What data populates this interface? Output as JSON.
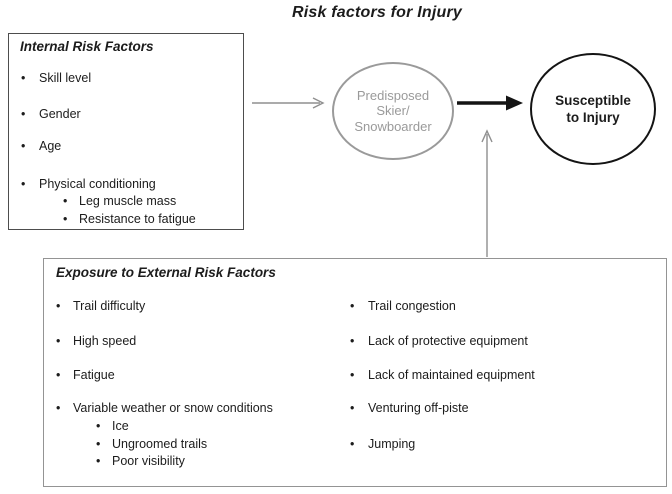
{
  "title": "Risk factors for Injury",
  "internal_box": {
    "title": "Internal Risk Factors",
    "items": [
      {
        "label": "Skill level"
      },
      {
        "label": "Gender"
      },
      {
        "label": "Age"
      },
      {
        "label": "Physical conditioning",
        "children": [
          {
            "label": "Leg muscle mass"
          },
          {
            "label": "Resistance to fatigue"
          }
        ]
      }
    ]
  },
  "external_box": {
    "title": "Exposure to External Risk Factors",
    "columns": [
      {
        "items": [
          {
            "label": "Trail difficulty"
          },
          {
            "label": "High speed"
          },
          {
            "label": "Fatigue"
          },
          {
            "label": "Variable weather or snow conditions",
            "children": [
              {
                "label": "Ice"
              },
              {
                "label": "Ungroomed trails"
              },
              {
                "label": "Poor visibility"
              }
            ]
          }
        ]
      },
      {
        "items": [
          {
            "label": "Trail congestion"
          },
          {
            "label": "Lack of protective equipment"
          },
          {
            "label": "Lack of maintained equipment"
          },
          {
            "label": "Venturing off-piste"
          },
          {
            "label": "Jumping"
          }
        ]
      }
    ]
  },
  "nodes": {
    "predisposed": {
      "label": "Predisposed Skier/ Snowboarder"
    },
    "susceptible": {
      "label": "Susceptible to Injury"
    }
  },
  "colors": {
    "gray_accent": "#919191",
    "black": "#141414",
    "internal_box_border": "#4d4d4d",
    "external_box_border": "#949494"
  }
}
